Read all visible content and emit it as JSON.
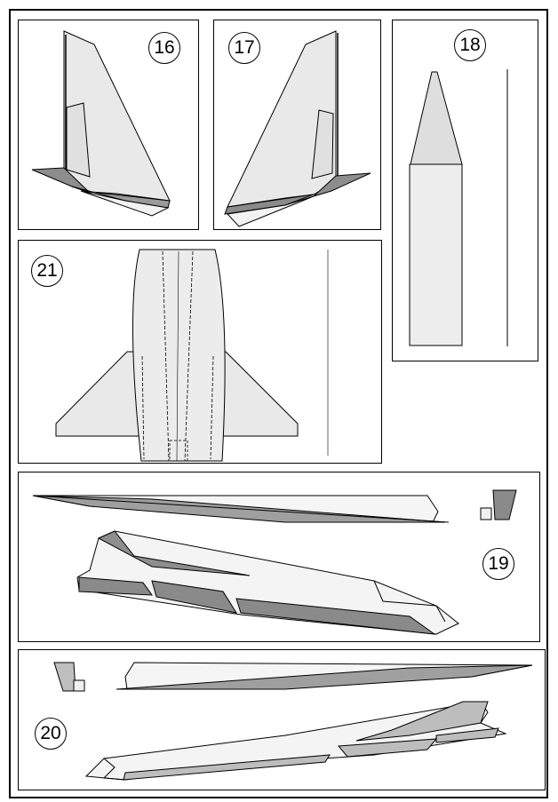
{
  "header": {
    "text": ""
  },
  "colors": {
    "light": "#e6e6e6",
    "mid": "#bdbdbd",
    "dark": "#8a8a8a",
    "line": "#000000"
  },
  "panels": [
    {
      "id": "p16",
      "number": "16"
    },
    {
      "id": "p17",
      "number": "17"
    },
    {
      "id": "p18",
      "number": "18"
    },
    {
      "id": "p21",
      "number": "21"
    },
    {
      "id": "p19",
      "number": "19"
    },
    {
      "id": "p20",
      "number": "20"
    }
  ]
}
